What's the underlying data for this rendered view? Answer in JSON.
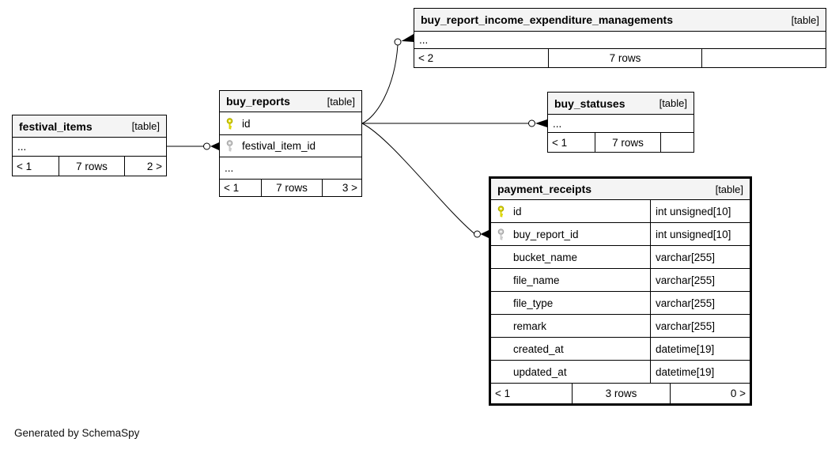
{
  "app": {
    "generator_note": "Generated by SchemaSpy"
  },
  "colors": {
    "canvas_bg": "#ffffff",
    "table_header_bg": "#f4f4f4",
    "table_border": "#000000",
    "relationship_line": "#000000",
    "primary_key_icon": "#dcd600",
    "foreign_key_icon": "#c9c9c9"
  },
  "tables": {
    "festival_items": {
      "name": "festival_items",
      "badge": "[table]",
      "ellipsis": "...",
      "footer": {
        "left": "< 1",
        "center": "7 rows",
        "right": "2 >"
      }
    },
    "buy_reports": {
      "name": "buy_reports",
      "badge": "[table]",
      "columns": [
        {
          "name": "id",
          "key": "primary"
        },
        {
          "name": "festival_item_id",
          "key": "foreign"
        }
      ],
      "ellipsis": "...",
      "footer": {
        "left": "< 1",
        "center": "7 rows",
        "right": "3 >"
      }
    },
    "buy_report_income_expenditure_managements": {
      "name": "buy_report_income_expenditure_managements",
      "badge": "[table]",
      "ellipsis": "...",
      "footer": {
        "left": "< 2",
        "center": "7 rows",
        "right": ""
      }
    },
    "buy_statuses": {
      "name": "buy_statuses",
      "badge": "[table]",
      "ellipsis": "...",
      "footer": {
        "left": "< 1",
        "center": "7 rows",
        "right": ""
      }
    },
    "payment_receipts": {
      "name": "payment_receipts",
      "badge": "[table]",
      "columns": [
        {
          "name": "id",
          "type": "int unsigned[10]",
          "key": "primary"
        },
        {
          "name": "buy_report_id",
          "type": "int unsigned[10]",
          "key": "foreign"
        },
        {
          "name": "bucket_name",
          "type": "varchar[255]",
          "key": ""
        },
        {
          "name": "file_name",
          "type": "varchar[255]",
          "key": ""
        },
        {
          "name": "file_type",
          "type": "varchar[255]",
          "key": ""
        },
        {
          "name": "remark",
          "type": "varchar[255]",
          "key": ""
        },
        {
          "name": "created_at",
          "type": "datetime[19]",
          "key": ""
        },
        {
          "name": "updated_at",
          "type": "datetime[19]",
          "key": ""
        }
      ],
      "footer": {
        "left": "< 1",
        "center": "3 rows",
        "right": "0 >"
      }
    }
  },
  "relationships": [
    {
      "from": "festival_items",
      "to": "buy_reports.festival_item_id"
    },
    {
      "from": "buy_reports.id",
      "to": "buy_report_income_expenditure_managements"
    },
    {
      "from": "buy_reports.id",
      "to": "buy_statuses"
    },
    {
      "from": "buy_reports.id",
      "to": "payment_receipts.buy_report_id"
    }
  ]
}
